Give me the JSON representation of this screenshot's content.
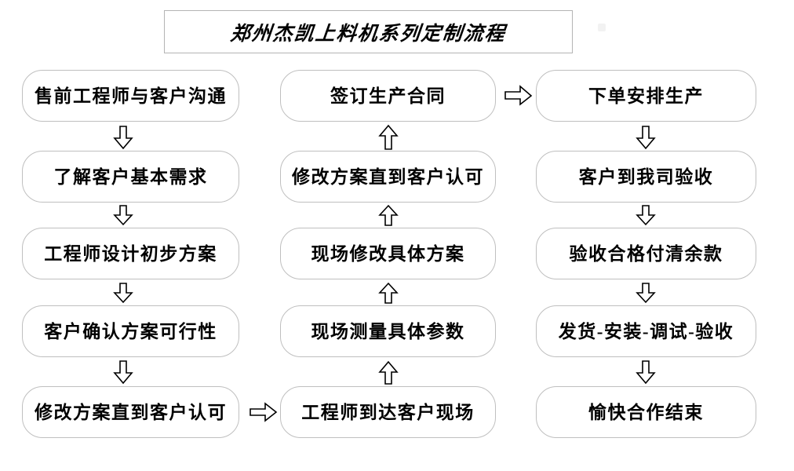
{
  "diagram": {
    "title": "郑州杰凯上料机系列定制流程",
    "columns": [
      {
        "id": "column-1",
        "steps": [
          {
            "id": "step-1",
            "label": "售前工程师与客户沟通"
          },
          {
            "id": "step-2",
            "label": "了解客户基本需求"
          },
          {
            "id": "step-3",
            "label": "工程师设计初步方案"
          },
          {
            "id": "step-4",
            "label": "客户确认方案可行性"
          },
          {
            "id": "step-5",
            "label": "修改方案直到客户认可"
          }
        ]
      },
      {
        "id": "column-2",
        "steps": [
          {
            "id": "step-10",
            "label": "签订生产合同"
          },
          {
            "id": "step-9",
            "label": "修改方案直到客户认可"
          },
          {
            "id": "step-8",
            "label": "现场修改具体方案"
          },
          {
            "id": "step-7",
            "label": "现场测量具体参数"
          },
          {
            "id": "step-6",
            "label": "工程师到达客户现场"
          }
        ]
      },
      {
        "id": "column-3",
        "steps": [
          {
            "id": "step-11",
            "label": "下单安排生产"
          },
          {
            "id": "step-12",
            "label": "客户到我司验收"
          },
          {
            "id": "step-13",
            "label": "验收合格付清余款"
          },
          {
            "id": "step-14",
            "label": "发货-安装-调试-验收"
          },
          {
            "id": "step-15",
            "label": "愉快合作结束"
          }
        ]
      }
    ],
    "connectors": [
      {
        "id": "c1-1-2",
        "direction": "down",
        "from": "step-1",
        "to": "step-2"
      },
      {
        "id": "c1-2-3",
        "direction": "down",
        "from": "step-2",
        "to": "step-3"
      },
      {
        "id": "c1-3-4",
        "direction": "down",
        "from": "step-3",
        "to": "step-4"
      },
      {
        "id": "c1-4-5",
        "direction": "down",
        "from": "step-4",
        "to": "step-5"
      },
      {
        "id": "c1-5-6",
        "direction": "right",
        "from": "step-5",
        "to": "step-6"
      },
      {
        "id": "c2-6-7",
        "direction": "up",
        "from": "step-6",
        "to": "step-7"
      },
      {
        "id": "c2-7-8",
        "direction": "up",
        "from": "step-7",
        "to": "step-8"
      },
      {
        "id": "c2-8-9",
        "direction": "up",
        "from": "step-8",
        "to": "step-9"
      },
      {
        "id": "c2-9-10",
        "direction": "up",
        "from": "step-9",
        "to": "step-10"
      },
      {
        "id": "c2-10-11",
        "direction": "right",
        "from": "step-10",
        "to": "step-11"
      },
      {
        "id": "c3-11-12",
        "direction": "down",
        "from": "step-11",
        "to": "step-12"
      },
      {
        "id": "c3-12-13",
        "direction": "down",
        "from": "step-12",
        "to": "step-13"
      },
      {
        "id": "c3-13-14",
        "direction": "down",
        "from": "step-13",
        "to": "step-14"
      },
      {
        "id": "c3-14-15",
        "direction": "down",
        "from": "step-14",
        "to": "step-15"
      }
    ],
    "colors": {
      "box_border": "#bfbfbf",
      "title_border": "#b4b4b4",
      "text": "#000000",
      "arrow_stroke": "#000000",
      "background": "#ffffff"
    }
  }
}
